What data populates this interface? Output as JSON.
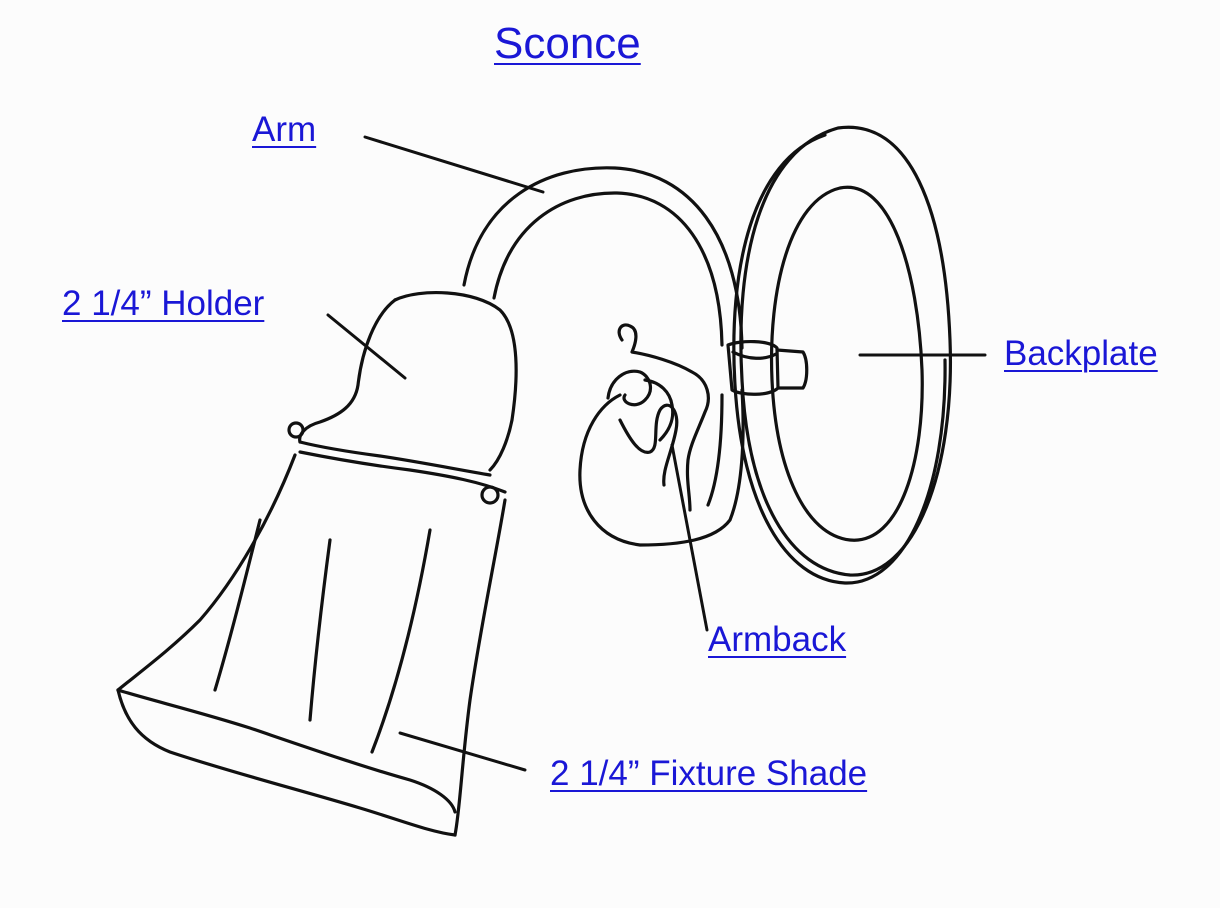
{
  "diagram": {
    "title": "Sconce",
    "labels": {
      "arm": "Arm",
      "holder": "2 1/4” Holder",
      "backplate": "Backplate",
      "armback": "Armback",
      "fixture_shade": "2 1/4” Fixture Shade"
    },
    "colors": {
      "label": "#1a17d6",
      "line": "#111111",
      "background": "#fcfcfc"
    }
  }
}
